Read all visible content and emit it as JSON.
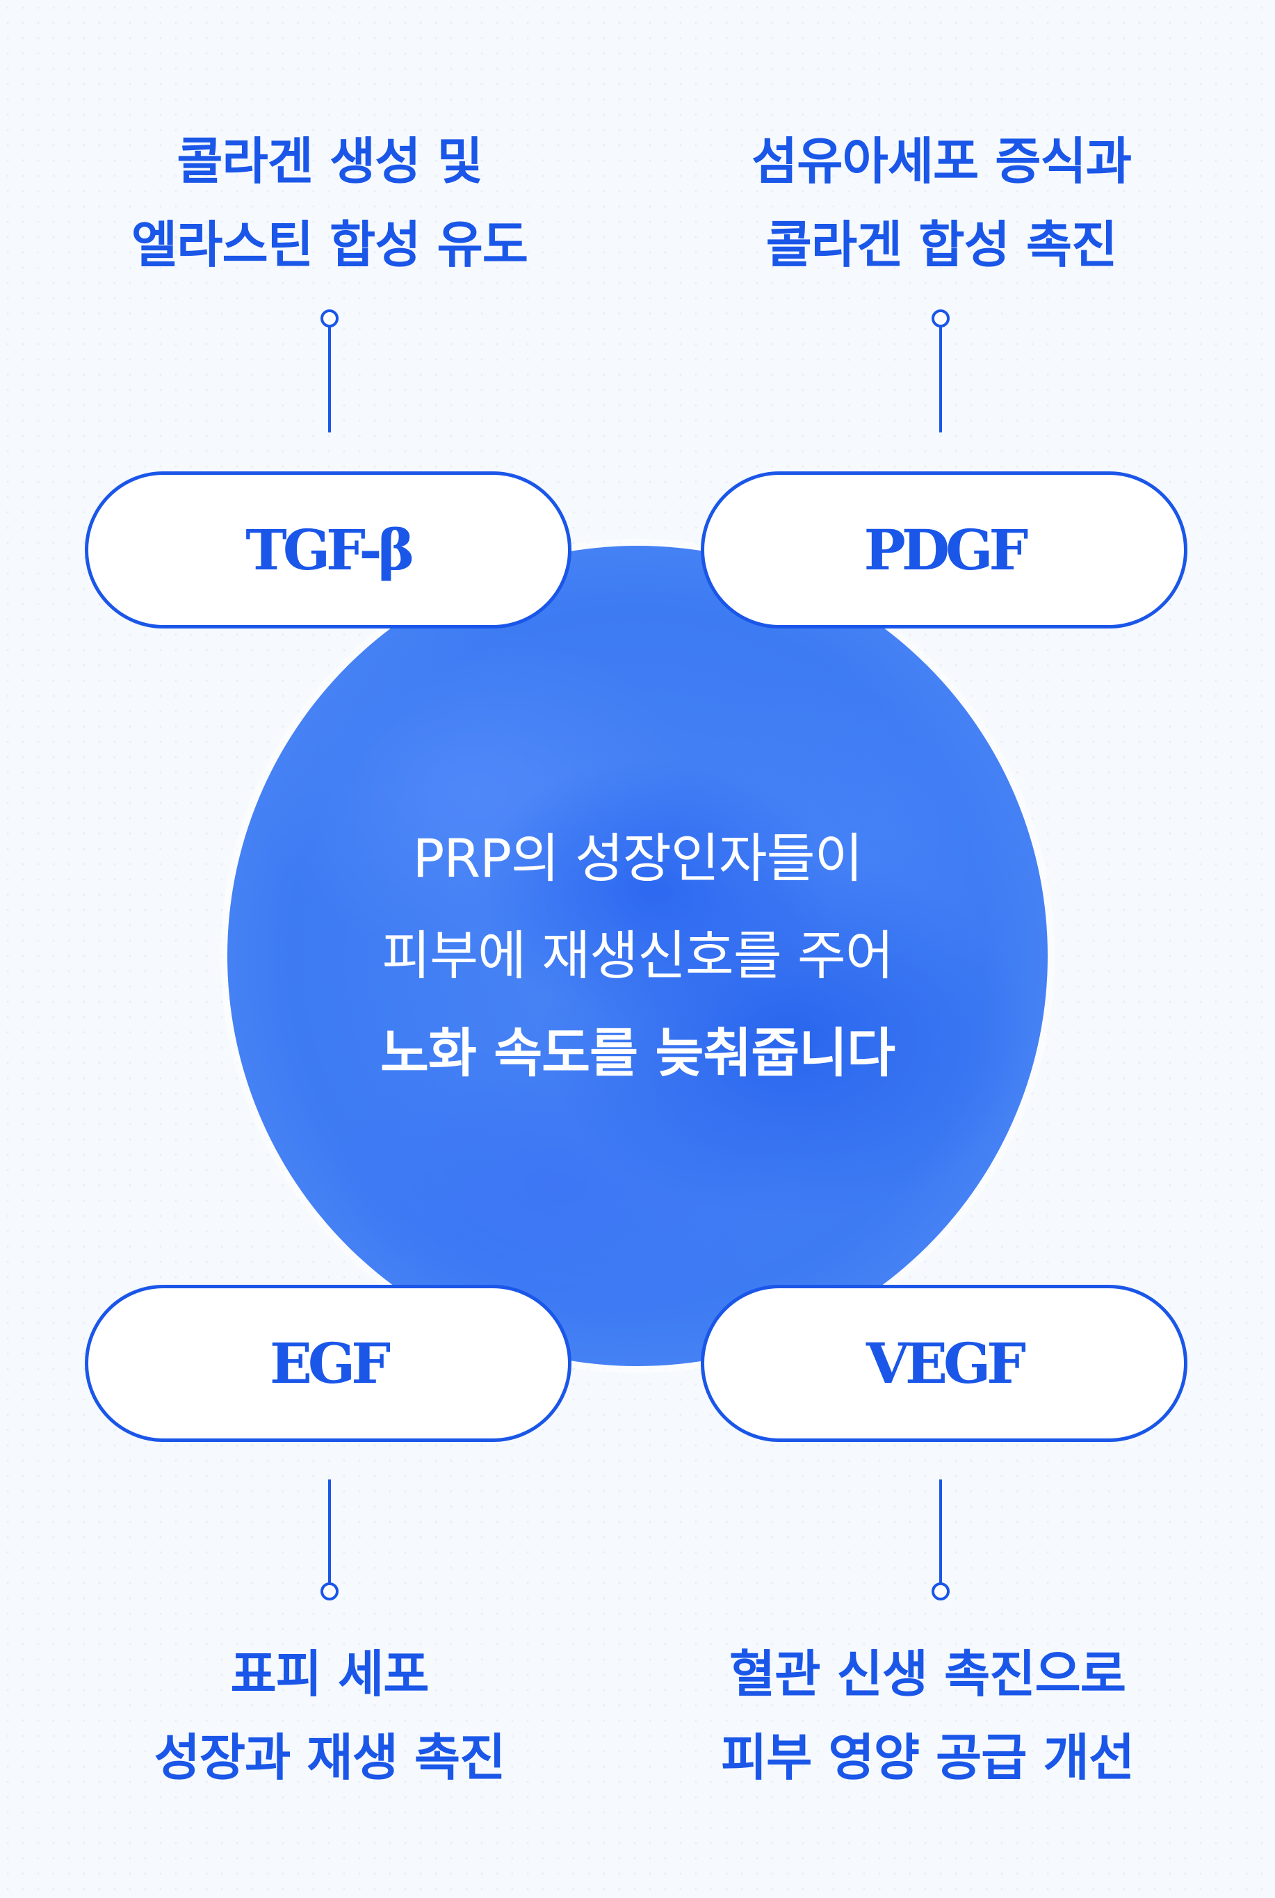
{
  "factors": {
    "tgf": {
      "label": "TGF-β",
      "desc_line1": "콜라겐 생성 및",
      "desc_line2": "엘라스틴 합성 유도"
    },
    "pdgf": {
      "label": "PDGF",
      "desc_line1": "섬유아세포 증식과",
      "desc_line2": "콜라겐 합성 촉진"
    },
    "egf": {
      "label": "EGF",
      "desc_line1": "표피 세포",
      "desc_line2": "성장과 재생 촉진"
    },
    "vegf": {
      "label": "VEGF",
      "desc_line1": "혈관 신생 촉진으로",
      "desc_line2": "피부 영양 공급 개선"
    }
  },
  "center": {
    "line1": "PRP의 성장인자들이",
    "line2": "피부에 재생신호를 주어",
    "line3": "노화 속도를 늦춰줍니다"
  },
  "colors": {
    "accent": "#1a56e8",
    "circle": "#3d7bf3",
    "background": "#f6f9fd"
  }
}
